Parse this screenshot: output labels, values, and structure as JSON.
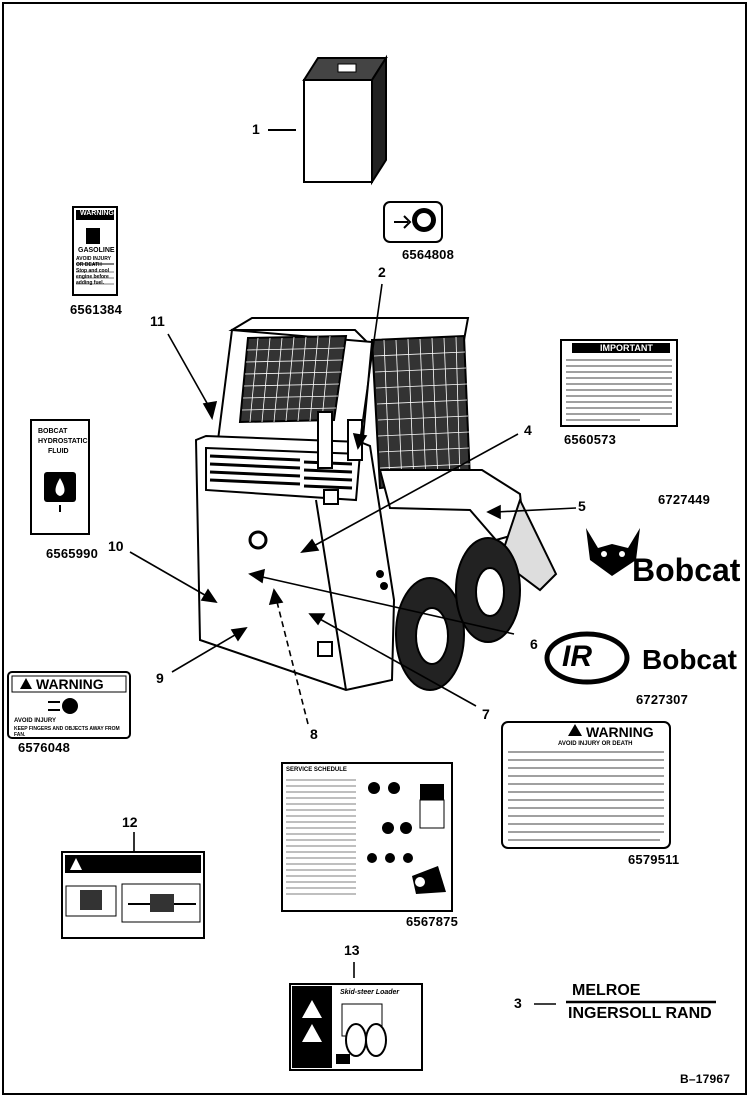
{
  "callouts": [
    "1",
    "2",
    "3",
    "4",
    "5",
    "6",
    "7",
    "8",
    "9",
    "10",
    "11",
    "12",
    "13"
  ],
  "part_numbers": {
    "decal_6564808": "6564808",
    "decal_6561384": "6561384",
    "decal_6560573": "6560573",
    "decal_6727449": "6727449",
    "decal_6565990": "6565990",
    "decal_6727307": "6727307",
    "decal_6576048": "6576048",
    "decal_6579511": "6579511",
    "decal_6567875": "6567875"
  },
  "decals": {
    "gasoline": {
      "head": "WARNING",
      "title": "GASOLINE",
      "line1": "AVOID INJURY OR DEATH",
      "line2": "Stop and cool engine before adding fuel."
    },
    "important": {
      "head": "IMPORTANT"
    },
    "hydrostatic": {
      "line1": "BOBCAT",
      "line2": "HYDROSTATIC",
      "line3": "FLUID"
    },
    "fan_warning": {
      "head": "WARNING",
      "line1": "AVOID INJURY",
      "line2": "KEEP FINGERS AND OBJECTS AWAY FROM FAN."
    },
    "big_warning": {
      "head": "WARNING",
      "sub": "AVOID INJURY OR DEATH"
    },
    "service": {
      "title": "SERVICE SCHEDULE"
    },
    "skidsteer": {
      "title": "Skid-steer Loader"
    },
    "ir_logo": {
      "mark": "IR"
    }
  },
  "brand": {
    "bobcat_text_1": "Bobcat",
    "bobcat_text_2": "Bobcat"
  },
  "melroe": {
    "top": "MELROE",
    "bottom": "INGERSOLL RAND"
  },
  "figure_id": "B–17967"
}
